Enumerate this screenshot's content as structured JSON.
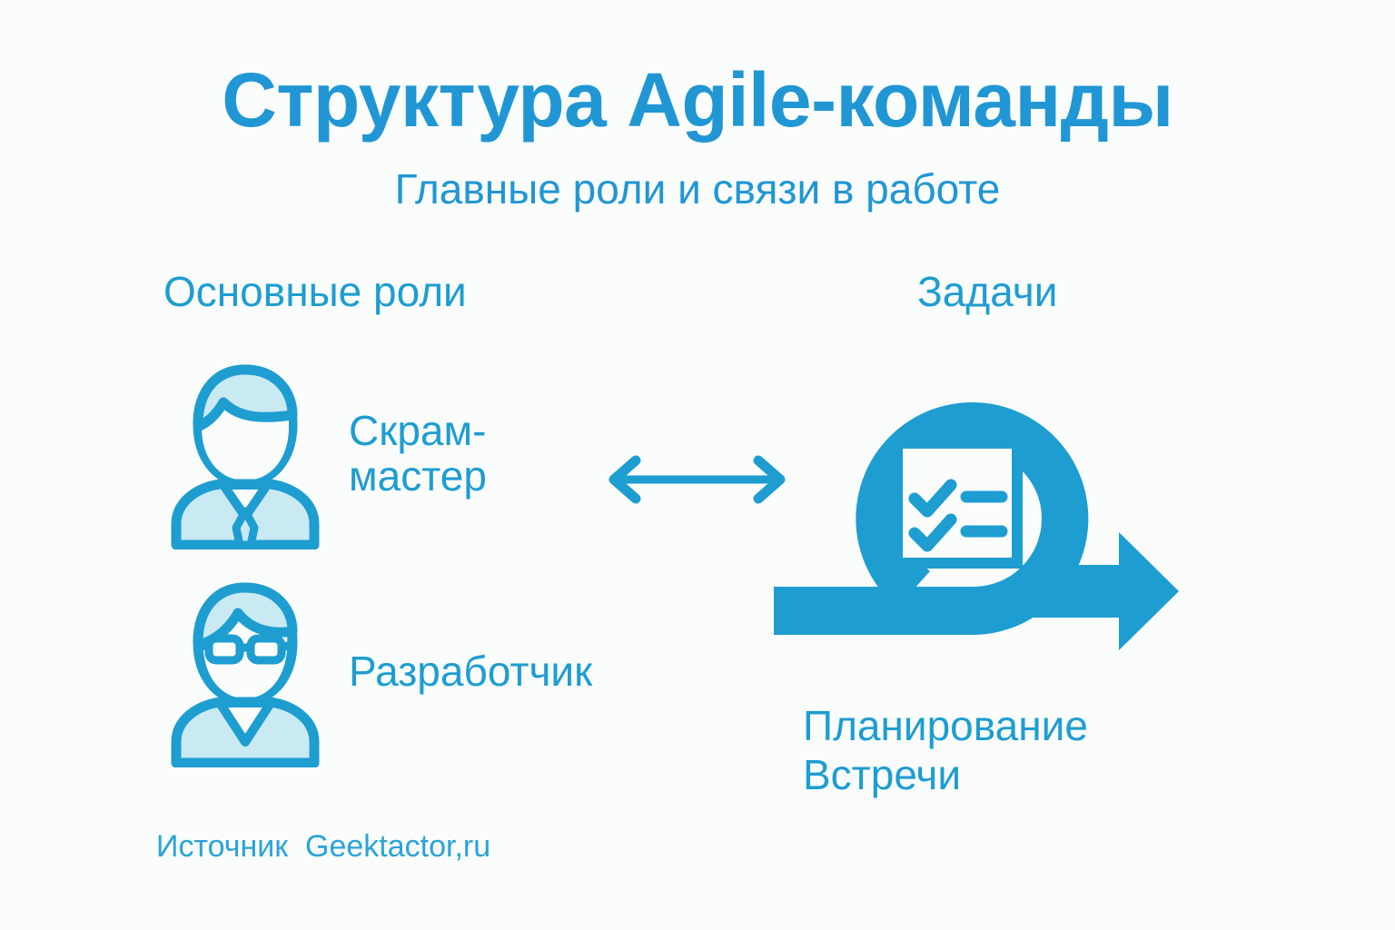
{
  "header": {
    "title": "Структура Agile-команды",
    "subtitle": "Главные роли и связи в работе"
  },
  "columns": {
    "roles_heading": "Основные роли",
    "tasks_heading": "Задачи"
  },
  "roles": [
    {
      "label": "Скрам-\nмастер",
      "icon": "person-suit-tie-icon"
    },
    {
      "label": "Разработчик",
      "icon": "person-glasses-icon"
    }
  ],
  "connector": {
    "icon": "double-headed-arrow-icon"
  },
  "tasks": {
    "icon": "agile-sprint-loop-icon",
    "checklist_icon": "checklist-square-icon",
    "caption": "Планирование\nВстречи"
  },
  "footer": {
    "source": "Источник  Geektactor,ru"
  },
  "colors": {
    "background": "#fbfdfd",
    "primary": "#1e9dd1",
    "title": "#2196d4",
    "fill_light": "#c9e9f3"
  }
}
